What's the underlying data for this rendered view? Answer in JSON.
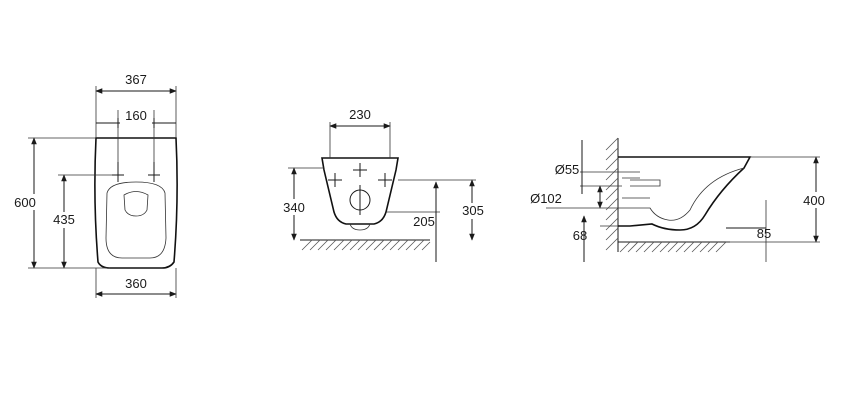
{
  "front_view": {
    "width_overall": "367",
    "fixing_spacing": "160",
    "height_overall": "600",
    "fixing_height": "435",
    "width_bottom": "360"
  },
  "side_view": {
    "top_width": "230",
    "height_left": "340",
    "height_inner": "205",
    "height_right": "305"
  },
  "profile_view": {
    "inlet_diameter": "Ø55",
    "outlet_diameter": "Ø102",
    "base_offset": "68",
    "height": "400",
    "outlet_offset": "85"
  }
}
